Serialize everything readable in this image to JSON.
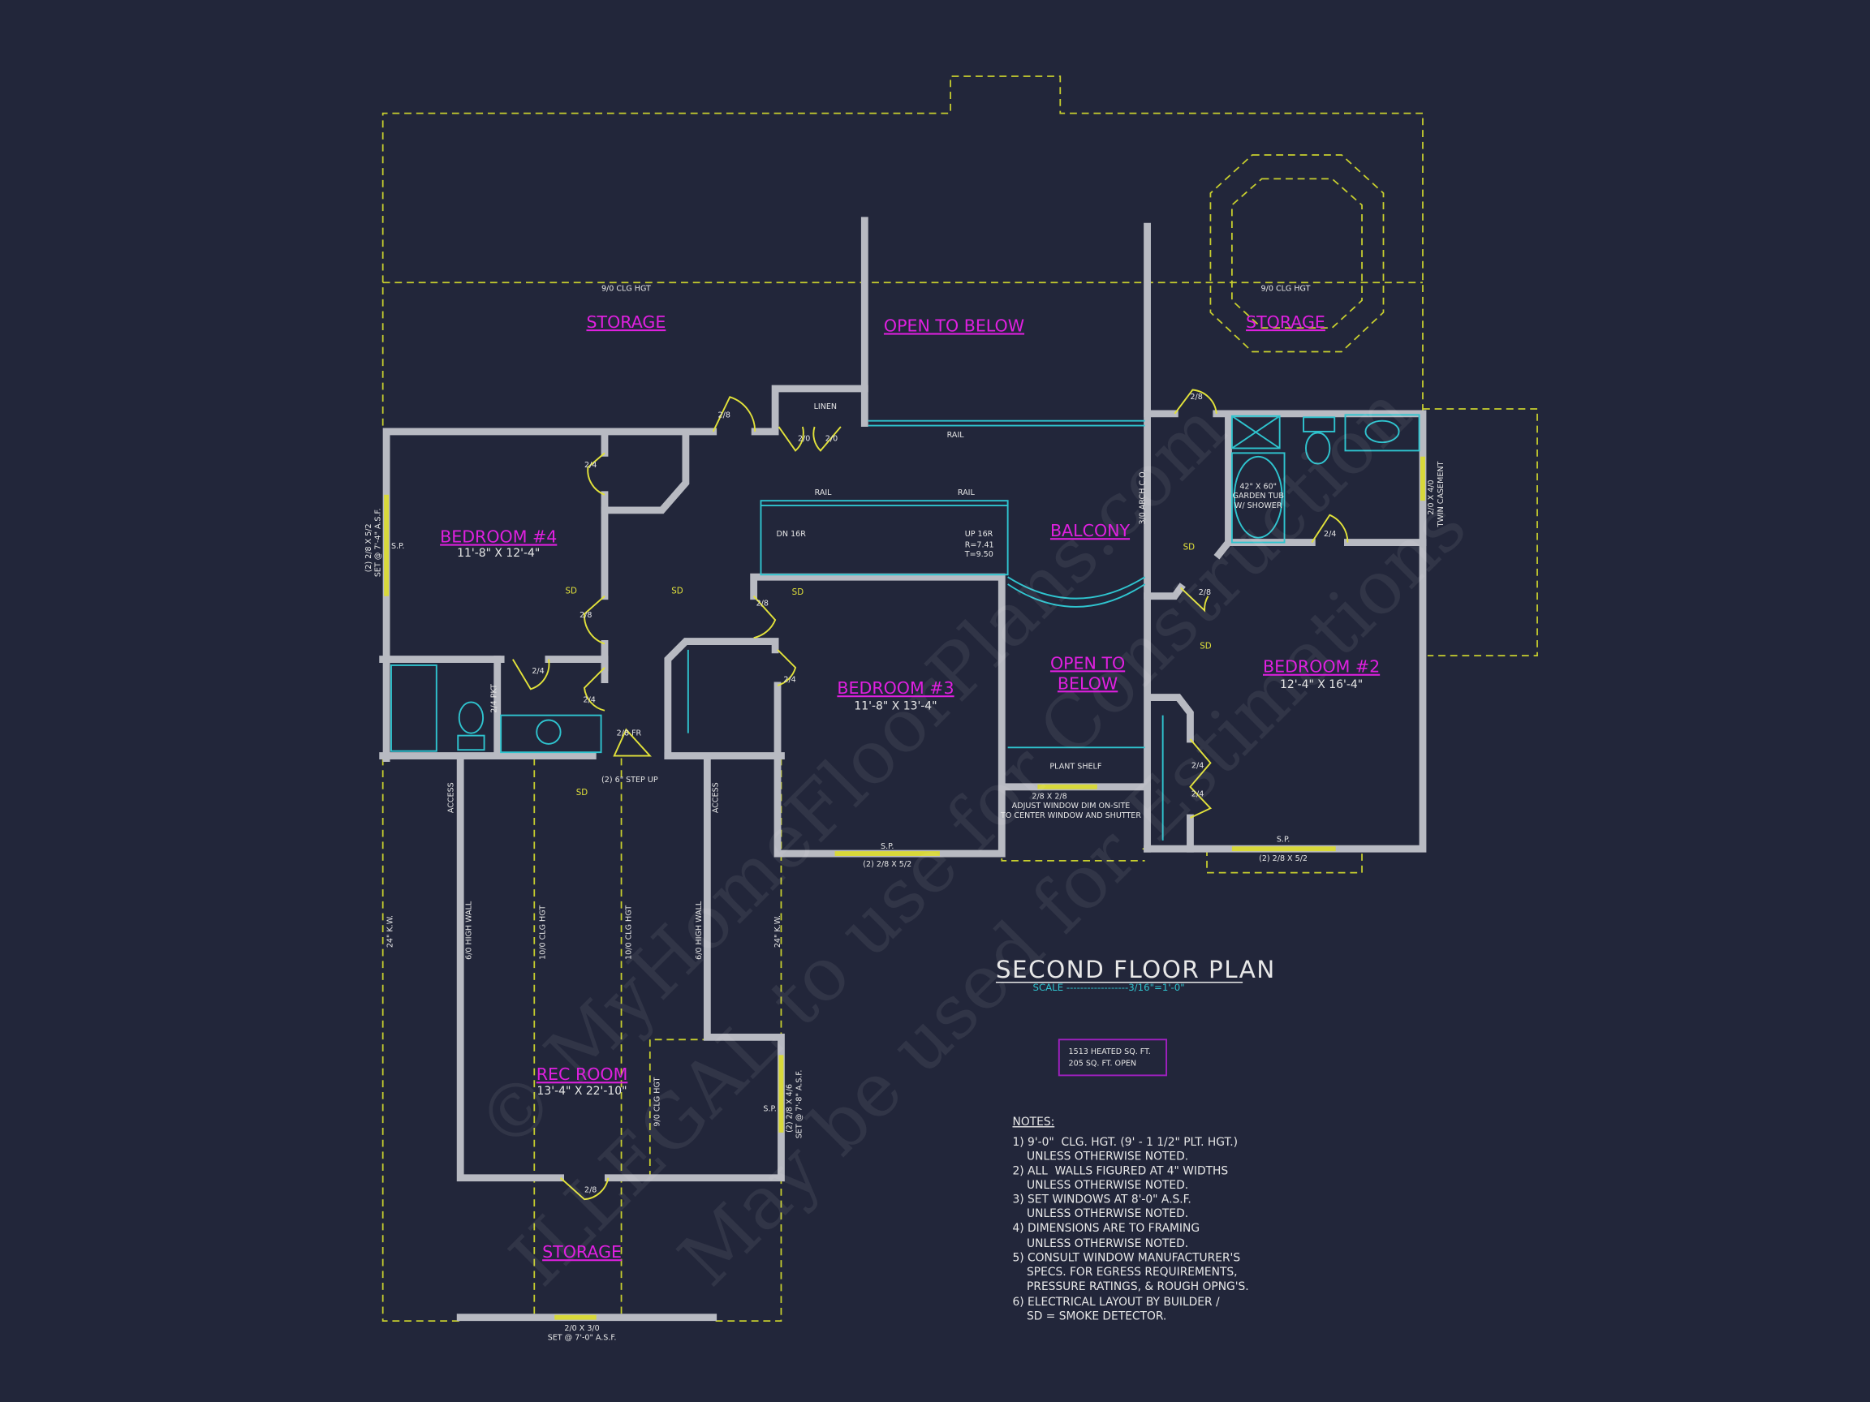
{
  "colors": {
    "background": "#22263a",
    "walls": "#b8bac2",
    "room_labels": "#e020e0",
    "dashed_lines": "#c8cf2e",
    "fixtures": "#2fc4cf",
    "doors": "#e2e23a",
    "area_box": "#a020c0"
  },
  "rooms": {
    "storage_left": "STORAGE",
    "open_to_below_top": "OPEN TO BELOW",
    "storage_right": "STORAGE",
    "bedroom4": {
      "name": "BEDROOM #4",
      "dims": "11'-8\" X 12'-4\""
    },
    "balcony": "BALCONY",
    "bedroom3": {
      "name": "BEDROOM #3",
      "dims": "11'-8\" X 13'-4\""
    },
    "open_to_below_mid": {
      "line1": "OPEN TO",
      "line2": "BELOW"
    },
    "bedroom2": {
      "name": "BEDROOM #2",
      "dims": "12'-4\" X 16'-4\""
    },
    "rec_room": {
      "name": "REC ROOM",
      "dims": "13'-4\" X 22'-10\""
    },
    "storage_bottom": "STORAGE"
  },
  "annotations": {
    "clg_left": "9/0 CLG HGT",
    "clg_right": "9/0 CLG HGT",
    "linen": "LINEN",
    "rail1": "RAIL",
    "rail2": "RAIL",
    "rail3": "RAIL",
    "dn": "DN 16R",
    "up": "UP 16R",
    "riser": "R=7.41",
    "tread": "T=9.50",
    "door_28": "2/8",
    "door_24": "2/4",
    "door_20": "2/0",
    "door_28fr": "2/8 FR",
    "pkt": "2/4 PKT",
    "sd": "SD",
    "sp": "S.P.",
    "win_b4_1": "(2) 2/8 X 5/2",
    "win_b4_2": "SET @ 7'-4\" A.S.F.",
    "step_up": "(2) 6\" STEP UP",
    "access": "ACCESS",
    "kw": "24\" K.W.",
    "high_wall": "6/0 HIGH WALL",
    "clg10": "10/0 CLG HGT",
    "clg9": "9/0 CLG HGT",
    "win_b3": "(2) 2/8 X 5/2",
    "plant_shelf": "PLANT SHELF",
    "adj1": "2/8 X 2/8",
    "adj2": "ADJUST WINDOW DIM ON-SITE",
    "adj3": "TO CENTER WINDOW AND SHUTTER",
    "arch": "3/0 ARCH C.O.",
    "tub1": "42\" X 60\"",
    "tub2": "GARDEN TUB",
    "tub3": "W/ SHOWER",
    "twin1": "2/0 X 4/0",
    "twin2": "TWIN CASEMENT",
    "win_b2": "(2) 2/8 X 5/2",
    "win_rec1": "(2) 2/8 X 4/6",
    "win_rec2": "SET @ 7'-8\" A.S.F.",
    "win_st1": "2/0 X 3/0",
    "win_st2": "SET @ 7'-0\" A.S.F."
  },
  "title": "SECOND FLOOR PLAN",
  "scale": "SCALE ------------------3/16\"=1'-0\"",
  "area": {
    "heated": "1513 HEATED SQ. FT.",
    "open": "205 SQ. FT. OPEN"
  },
  "notes": {
    "heading": "NOTES:",
    "lines": [
      "1) 9'-0\"  CLG. HGT. (9' - 1 1/2\" PLT. HGT.)",
      "    UNLESS OTHERWISE NOTED.",
      "2) ALL  WALLS FIGURED AT 4\" WIDTHS",
      "    UNLESS OTHERWISE NOTED.",
      "3) SET WINDOWS AT 8'-0\" A.S.F.",
      "    UNLESS OTHERWISE NOTED.",
      "4) DIMENSIONS ARE TO FRAMING",
      "    UNLESS OTHERWISE NOTED.",
      "5) CONSULT WINDOW MANUFACTURER'S",
      "    SPECS. FOR EGRESS REQUIREMENTS,",
      "    PRESSURE RATINGS, & ROUGH OPNG'S.",
      "6) ELECTRICAL LAYOUT BY BUILDER /",
      "    SD = SMOKE DETECTOR."
    ]
  },
  "watermark": {
    "line1": "© MyHomeFloorPlans.com",
    "line2": "ILLEGAL to use for Construction",
    "line3": "May be used for Estimations"
  }
}
